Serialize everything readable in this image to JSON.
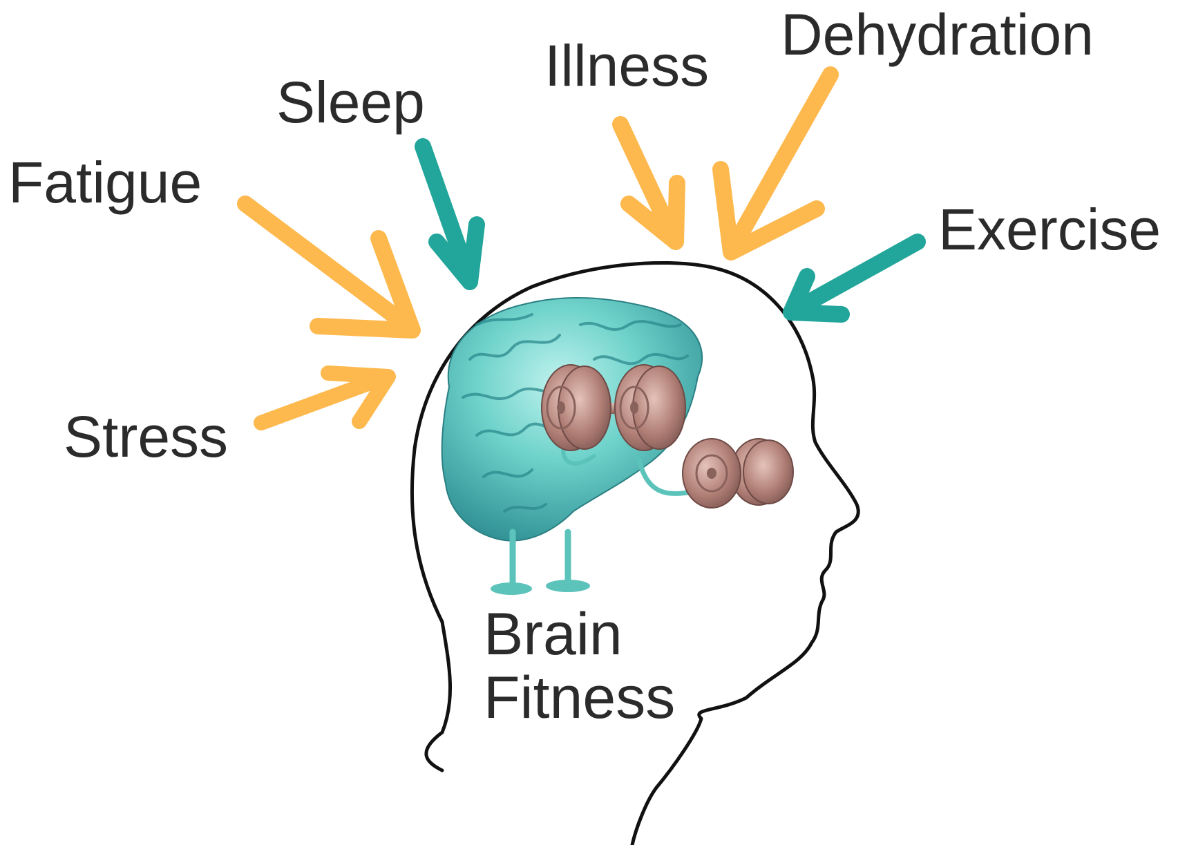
{
  "factors": {
    "stress": "Stress",
    "fatigue": "Fatigue",
    "sleep": "Sleep",
    "illness": "Illness",
    "dehydration": "Dehydration",
    "exercise": "Exercise"
  },
  "center": {
    "line1": "Brain",
    "line2": "Fitness"
  },
  "colors": {
    "negative_arrow": "#FDB94E",
    "positive_arrow": "#22A59A",
    "text": "#2B2B2B",
    "outline": "#111111",
    "brain": "#6FD3CB",
    "dumbbell": "#B07F76"
  }
}
